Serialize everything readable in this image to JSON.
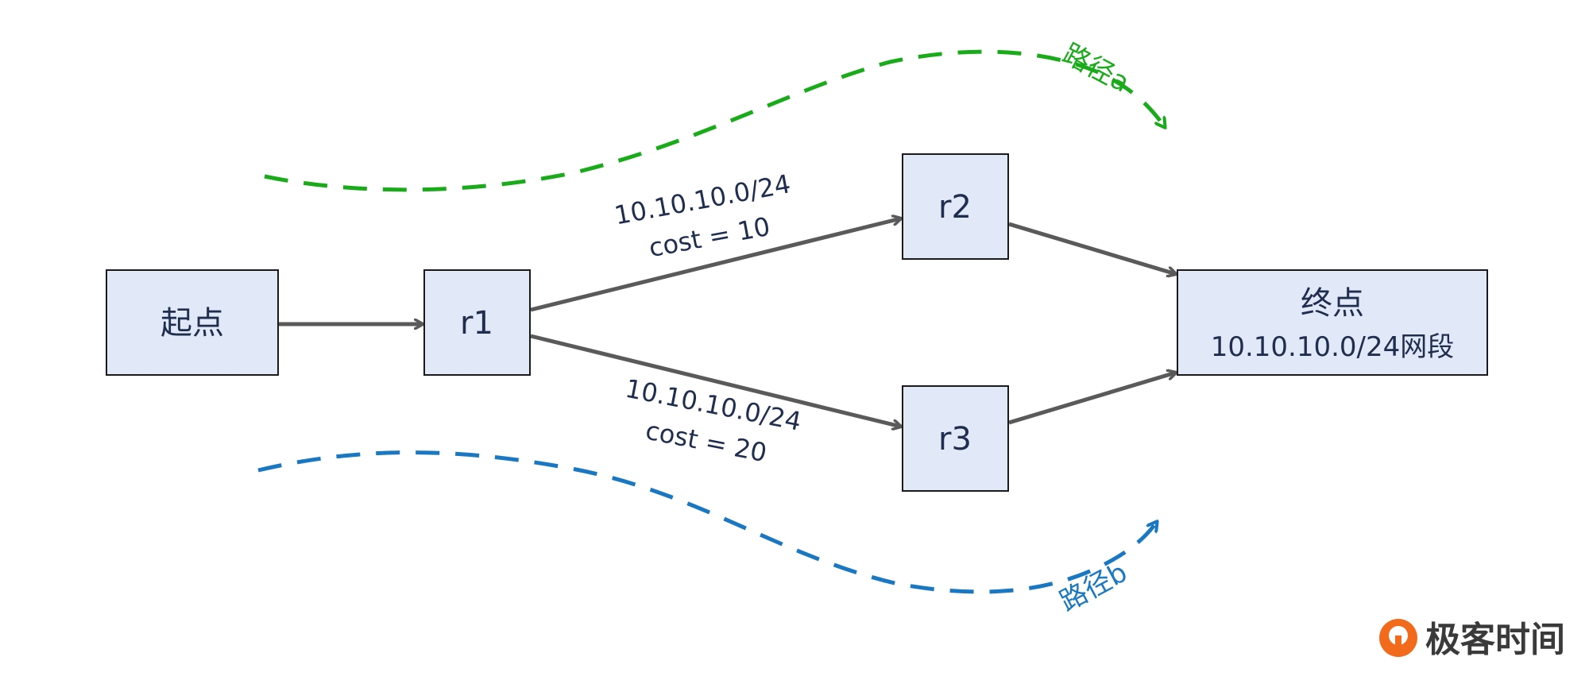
{
  "nodes": {
    "start": {
      "label": "起点"
    },
    "r1": {
      "label": "r1"
    },
    "r2": {
      "label": "r2"
    },
    "r3": {
      "label": "r3"
    },
    "end": {
      "label": "终点",
      "sublabel": "10.10.10.0/24网段"
    }
  },
  "edges": {
    "r1_r2": {
      "line1": "10.10.10.0/24",
      "line2": "cost = 10"
    },
    "r1_r3": {
      "line1": "10.10.10.0/24",
      "line2": "cost = 20"
    }
  },
  "paths": {
    "a": {
      "label": "路径a",
      "color": "#1aab1a"
    },
    "b": {
      "label": "路径b",
      "color": "#1a78c2"
    }
  },
  "colors": {
    "node_fill": "#e1e8f7",
    "node_stroke": "#1a1a1a",
    "edge": "#5a5a5a",
    "text": "#1f2d4e",
    "logo_accent": "#f26b1d"
  },
  "logo": {
    "text": "极客时间"
  }
}
